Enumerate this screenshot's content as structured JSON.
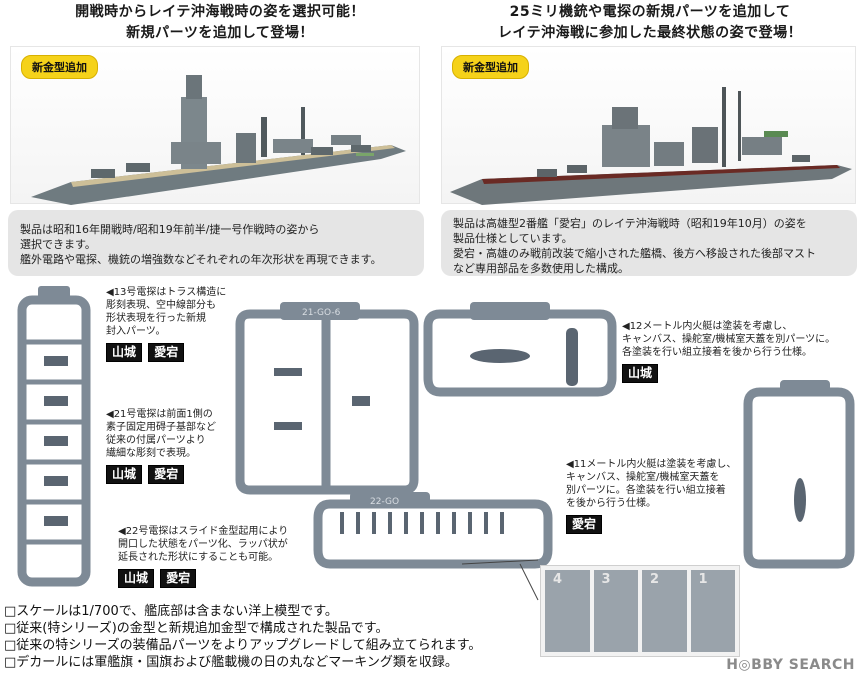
{
  "headline_left": [
    "開戦時からレイテ沖海戦時の姿を選択可能！",
    "新規パーツを追加して登場！"
  ],
  "headline_right": [
    "25ミリ機銃や電探の新規パーツを追加して",
    "レイテ沖海戦に参加した最終状態の姿で登場！"
  ],
  "new_mold_tag": "新金型追加",
  "desc_left": [
    "製品は昭和16年開戦時/昭和19年前半/捷一号作戦時の姿から",
    "選択できます。",
    "艦外電路や電探、機銃の増強数などそれぞれの年次形状を再現できます。"
  ],
  "desc_right": [
    "製品は高雄型2番艦「愛宕」のレイテ沖海戦時（昭和19年10月）の姿を",
    "製品仕様としています。",
    "愛宕・高雄のみ戦前改装で縮小された艦橋、後方へ移設された後部マスト",
    "など専用部品を多数使用した構成。"
  ],
  "notes": {
    "radar13": [
      "◀13号電探はトラス構造に",
      "彫刻表現、空中線部分も",
      "形状表現を行った新規",
      "封入パーツ。"
    ],
    "radar21": [
      "◀21号電探は前面1側の",
      "素子固定用碍子基部など",
      "従来の付属パーツより",
      "繊細な彫刻で表現。"
    ],
    "radar22": [
      "◀22号電探はスライド金型起用により",
      "開口した状態をパーツ化、ラッパ状が",
      "延長された形状にすることも可能。"
    ],
    "boat12": [
      "◀12メートル内火艇は塗装を考慮し、",
      "キャンバス、操舵室/機械室天蓋を別パーツに。",
      "各塗装を行い組立接着を後から行う仕様。"
    ],
    "boat11": [
      "◀11メートル内火艇は塗装を考慮し、",
      "キャンバス、操舵室/機械室天蓋を",
      "別パーツに。各塗装を行い組立接着",
      "を後から行う仕様。"
    ]
  },
  "badges": {
    "yamashiro": "山城",
    "atago": "愛宕"
  },
  "sprue_labels": {
    "b": "21-GO-6",
    "c": "22-GO"
  },
  "digit_cells": [
    "4",
    "3",
    "2",
    "1"
  ],
  "footer": [
    "□スケールは1/700で、艦底部は含まない洋上模型です。",
    "□従来(特シリーズ)の金型と新規追加金型で構成された製品です。",
    "□従来の特シリーズの装備品パーツをよりアップグレードして組み立てられます。",
    "□デカールには軍艦旗・国旗および艦載機の日の丸などマーキング類を収録。"
  ],
  "watermark": "H◎BBY SEARCH"
}
